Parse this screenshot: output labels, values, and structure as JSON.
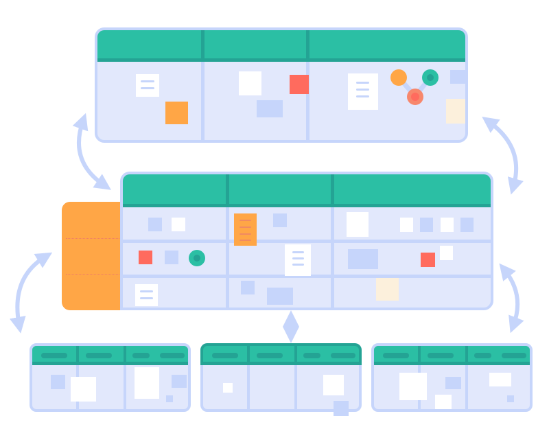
{
  "illustration": {
    "subject": "kanban-boards-linked",
    "colors": {
      "header": "#2bbfa4",
      "header_border": "#24a394",
      "board_body": "#e2e8fc",
      "board_border": "#c6d5fb",
      "card_white": "#ffffff",
      "card_blue": "#c6d5fb",
      "card_orange": "#ffa646",
      "card_red": "#ff6b5e",
      "card_cream": "#fcf0dc",
      "arrow": "#c6d5fb",
      "swimlane": "#ffa646"
    },
    "boards": [
      {
        "name": "top-board",
        "columns": 3
      },
      {
        "name": "main-board",
        "columns": 3,
        "rows": 3,
        "swimlanes": 3
      },
      {
        "name": "mini-board-left",
        "columns": 3
      },
      {
        "name": "mini-board-center",
        "columns": 3
      },
      {
        "name": "mini-board-right",
        "columns": 3
      }
    ],
    "connectors": [
      "curved-arrow-top-left",
      "curved-arrow-top-right",
      "curved-arrow-bottom-left",
      "vertical-arrow-center",
      "curved-arrow-bottom-right"
    ],
    "icons": [
      "dependency-graph-icon",
      "teal-dot-icon"
    ]
  }
}
